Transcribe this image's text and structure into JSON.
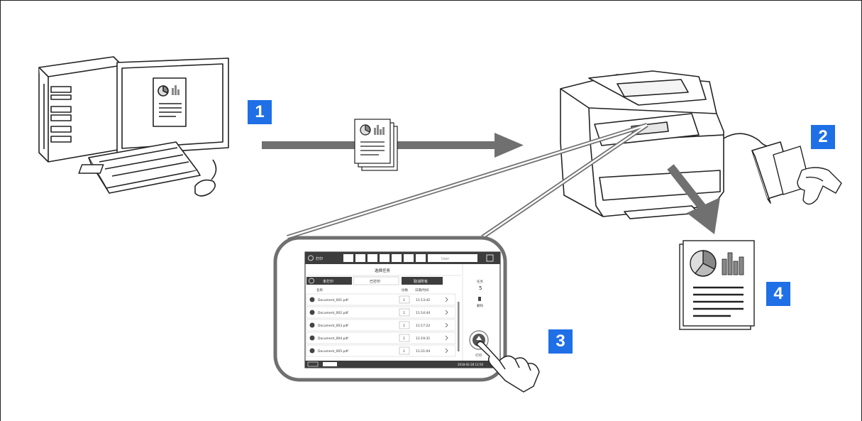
{
  "steps": [
    "1",
    "2",
    "3",
    "4"
  ],
  "colors": {
    "accent": "#1f6fe6",
    "arrow": "#707070",
    "line": "#222222",
    "screen_dark": "#3d3d3d"
  },
  "screen": {
    "app_title": "打印",
    "user_label": "User",
    "panel_title": "选择任务",
    "tabs": [
      "未打印",
      "已打印",
      "取消所有"
    ],
    "columns": {
      "name": "名称",
      "copies": "份数",
      "datetime": "日期/时间"
    },
    "rows": [
      {
        "name": "Document_001.pdf",
        "copies": "1",
        "time": "11:13:42"
      },
      {
        "name": "Document_002.pdf",
        "copies": "1",
        "time": "11:14:44"
      },
      {
        "name": "Document_003.pdf",
        "copies": "1",
        "time": "11:17:22"
      },
      {
        "name": "Document_004.pdf",
        "copies": "1",
        "time": "11:19:31"
      },
      {
        "name": "Document_005.pdf",
        "copies": "1",
        "time": "11:21:04"
      }
    ],
    "side_jobs_label": "任务",
    "side_jobs_count": "5",
    "side_delete_label": "删除",
    "print_label": "打印",
    "datetime": "2018-02-28 12:50"
  }
}
